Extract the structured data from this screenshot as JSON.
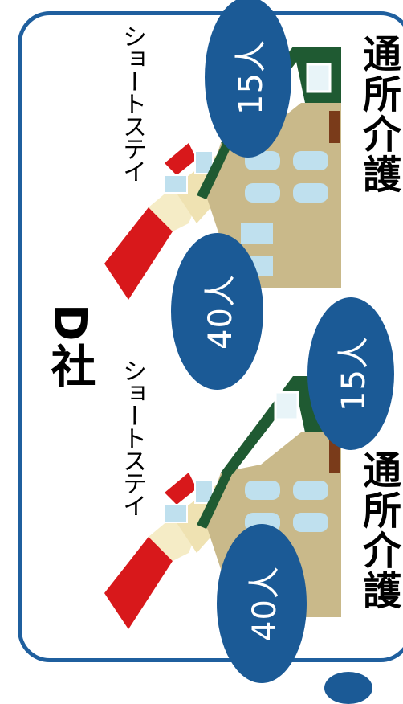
{
  "company_label": "D社",
  "groups": [
    {
      "short_stay_label": "ショートステイ",
      "short_stay_capacity": "40人",
      "day_service_label": "通所介護",
      "day_service_capacity": "15人"
    },
    {
      "short_stay_label": "ショートステイ",
      "short_stay_capacity": "40人",
      "day_service_label": "通所介護",
      "day_service_capacity": "15人"
    }
  ],
  "colors": {
    "frame": "#1f5f9e",
    "badge": "#1b5a96",
    "roof_red": "#d8181b",
    "roof_green": "#1f5a32",
    "wall_cream": "#f5ecc6",
    "wall_tan": "#c9b98a",
    "window_blue": "#bfe0ee"
  },
  "icons": [
    "house-icon"
  ]
}
